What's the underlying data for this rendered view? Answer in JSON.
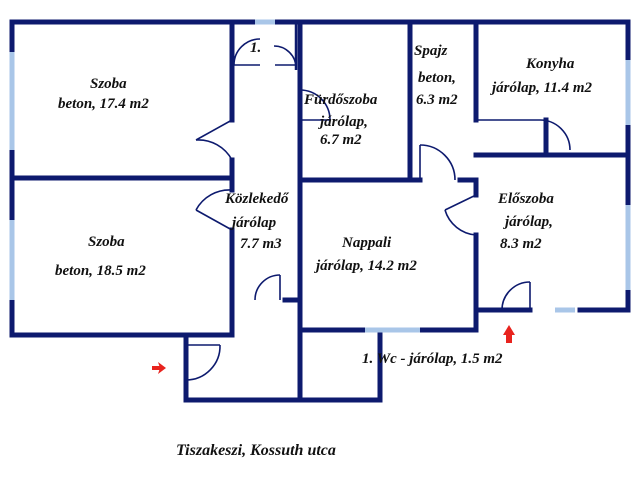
{
  "rooms": {
    "szoba1": {
      "name": "Szoba",
      "floor": "beton, 17.4 m2"
    },
    "szoba2": {
      "name": "Szoba",
      "floor": "beton, 18.5 m2"
    },
    "wc_marker": "1.",
    "furdo": {
      "name": "Fürdőszoba",
      "floor": "járólap,",
      "area": "6.7 m2"
    },
    "spajz": {
      "name": "Spajz",
      "floor": "beton,",
      "area": "6.3 m2"
    },
    "konyha": {
      "name": "Konyha",
      "floor": "járólap, 11.4 m2"
    },
    "kozleked": {
      "name": "Közlekedő",
      "floor": "járólap",
      "area": "7.7 m3"
    },
    "nappali": {
      "name": "Nappali",
      "floor": "járólap, 14.2 m2"
    },
    "eloszoba": {
      "name": "Előszoba",
      "floor": "járólap,",
      "area": "8.3 m2"
    }
  },
  "wc_note": "1. Wc - járólap, 1.5 m2",
  "address": "Tiszakeszi, Kossuth utca",
  "colors": {
    "wall": "#0d1a6e",
    "window": "#a9c6e8",
    "arrow": "#e8231e"
  },
  "icons": {
    "entrance": "red-arrow-right-icon",
    "garden_exit": "red-arrow-up-icon"
  }
}
